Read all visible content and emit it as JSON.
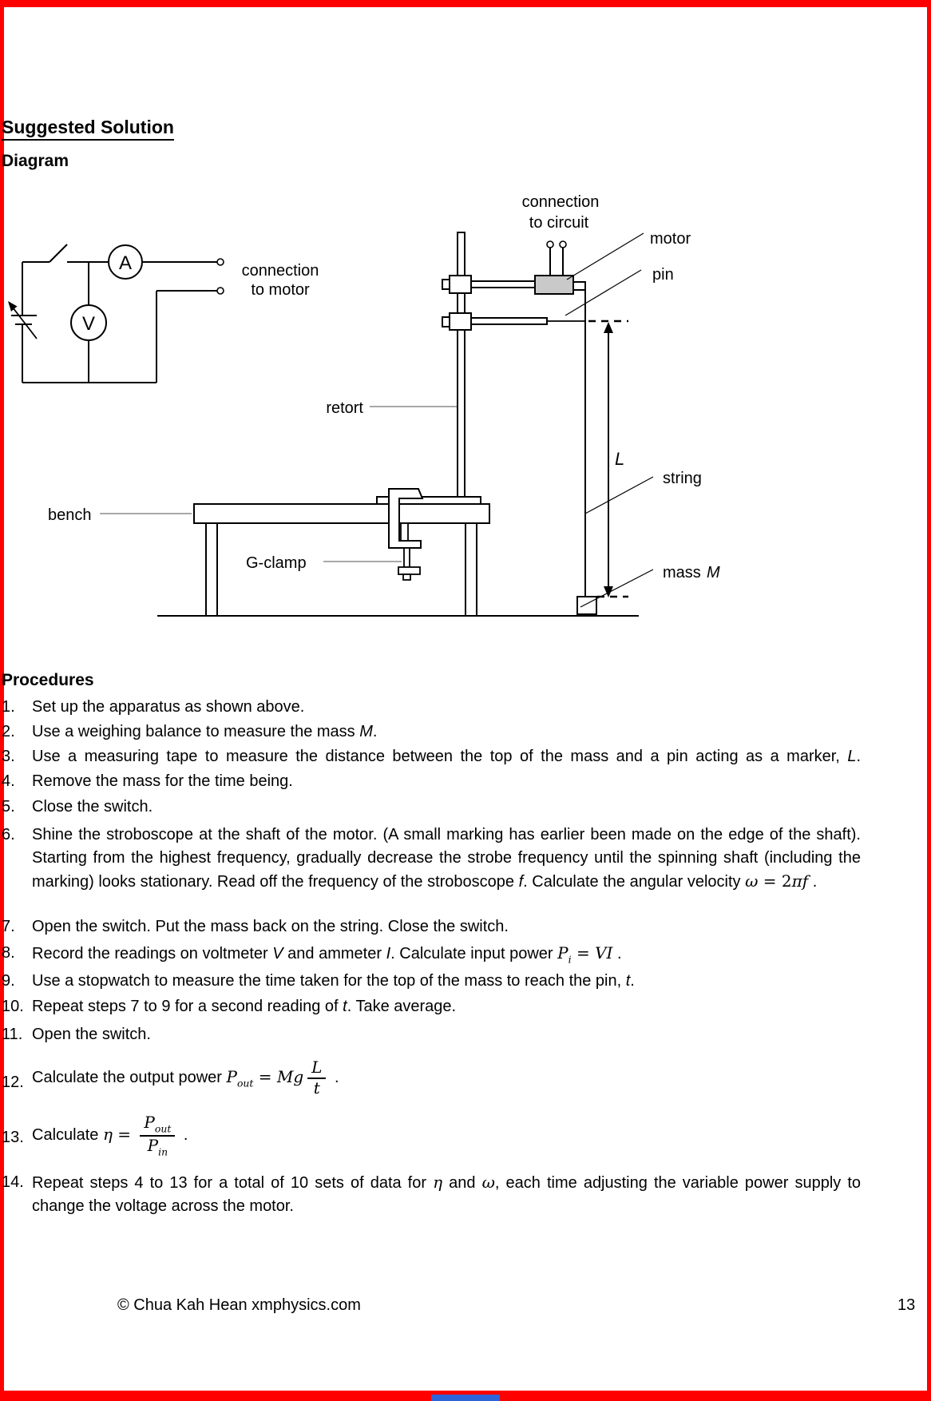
{
  "page": {
    "title": "Suggested Solution",
    "diagram_heading": "Diagram",
    "procedures_heading": "Procedures",
    "footer": "© Chua Kah Hean xmphysics.com",
    "page_number": "13"
  },
  "colors": {
    "border_red": "#ff0000",
    "accent_blue": "#2e64d9",
    "motor_fill": "#c9c9c9",
    "leader_gray": "#8c8c8c"
  },
  "diagram": {
    "labels": {
      "ammeter": "A",
      "voltmeter": "V",
      "connection_to_motor_1": "connection",
      "connection_to_motor_2": "to motor",
      "connection_to_circuit_1": "connection",
      "connection_to_circuit_2": "to circuit",
      "motor": "motor",
      "pin": "pin",
      "retort": "retort",
      "length_symbol": "L",
      "string": "string",
      "bench": "bench",
      "g_clamp": "G-clamp",
      "mass_word": "mass ",
      "mass_symbol": "M"
    }
  },
  "procedures": {
    "items": [
      {
        "num": "1.",
        "segments": [
          {
            "t": "Set up the apparatus as shown above."
          }
        ]
      },
      {
        "num": "2.",
        "segments": [
          {
            "t": "Use a weighing balance to measure the mass "
          },
          {
            "t": "M",
            "i": 1
          },
          {
            "t": "."
          }
        ]
      },
      {
        "num": "3.",
        "justify": 1,
        "last": 1,
        "segments": [
          {
            "t": "Use a measuring tape to measure the distance between the top of the mass and a pin acting as a marker, "
          },
          {
            "t": "L",
            "i": 1
          },
          {
            "t": "."
          }
        ]
      },
      {
        "num": "4.",
        "segments": [
          {
            "t": "Remove the mass for the time being."
          }
        ]
      },
      {
        "num": "5.",
        "segments": [
          {
            "t": "Close the switch."
          }
        ]
      },
      {
        "num": "6.",
        "justify": 1,
        "segments": [
          {
            "t": "Shine the stroboscope at the shaft of the motor. (A small marking has earlier been made on the edge of the shaft). Starting from the highest frequency, gradually decrease the strobe frequency until the spinning shaft (including the marking) looks stationary. Read off the frequency of the stroboscope "
          },
          {
            "t": "f",
            "i": 1
          },
          {
            "t": ". Calculate the angular velocity "
          },
          {
            "t": "ω",
            "i": 1,
            "m": 1
          },
          {
            "t": " = 2",
            "m": 1
          },
          {
            "t": "πf",
            "i": 1,
            "m": 1
          },
          {
            "t": " ."
          }
        ]
      },
      {
        "num": "7.",
        "segments": [
          {
            "t": "Open the switch. Put the mass back on the string. Close the switch."
          }
        ]
      },
      {
        "num": "8.",
        "segments": [
          {
            "t": "Record the readings on voltmeter "
          },
          {
            "t": "V",
            "i": 1
          },
          {
            "t": " and ammeter "
          },
          {
            "t": "I",
            "i": 1
          },
          {
            "t": ". Calculate input power "
          },
          {
            "t": "P",
            "i": 1,
            "m": 1
          },
          {
            "t": "i",
            "i": 1,
            "m": 1,
            "sub": 1
          },
          {
            "t": " = ",
            "m": 1
          },
          {
            "t": "VI",
            "i": 1,
            "m": 1
          },
          {
            "t": " ."
          }
        ]
      },
      {
        "num": "9.",
        "segments": [
          {
            "t": "Use a stopwatch to measure the time taken for the top of the mass to reach the pin, "
          },
          {
            "t": "t",
            "i": 1
          },
          {
            "t": "."
          }
        ]
      },
      {
        "num": "10.",
        "segments": [
          {
            "t": "Repeat steps 7 to 9 for a second reading of "
          },
          {
            "t": "t",
            "i": 1
          },
          {
            "t": ". Take average."
          }
        ]
      },
      {
        "num": "11.",
        "segments": [
          {
            "t": "Open the switch."
          }
        ]
      },
      {
        "num": "12.",
        "tall": 1,
        "segments": [
          {
            "t": "Calculate the output power "
          },
          {
            "t": "P",
            "i": 1,
            "m": 1
          },
          {
            "t": "out",
            "i": 1,
            "m": 1,
            "sub": 1
          },
          {
            "t": " = ",
            "m": 1
          },
          {
            "t": "Mg",
            "i": 1,
            "m": 1
          },
          {
            "frac": {
              "top": [
                {
                  "t": "L",
                  "i": 1,
                  "m": 1
                }
              ],
              "bot": [
                {
                  "t": "t",
                  "i": 1,
                  "m": 1
                }
              ]
            }
          },
          {
            "t": " ."
          }
        ]
      },
      {
        "num": "13.",
        "tall": 1,
        "segments": [
          {
            "t": "Calculate "
          },
          {
            "t": "η",
            "i": 1,
            "m": 1
          },
          {
            "t": " = ",
            "m": 1
          },
          {
            "frac": {
              "top": [
                {
                  "t": "P",
                  "i": 1,
                  "m": 1
                },
                {
                  "t": "out",
                  "i": 1,
                  "m": 1,
                  "sub": 1
                }
              ],
              "bot": [
                {
                  "t": "P",
                  "i": 1,
                  "m": 1
                },
                {
                  "t": "in",
                  "i": 1,
                  "m": 1,
                  "sub": 1
                }
              ]
            }
          },
          {
            "t": " ."
          }
        ]
      },
      {
        "num": "14.",
        "justify": 1,
        "segments": [
          {
            "t": "Repeat steps 4 to 13 for a total of 10 sets of data for "
          },
          {
            "t": "η",
            "i": 1,
            "m": 1
          },
          {
            "t": " and "
          },
          {
            "t": "ω",
            "i": 1,
            "m": 1
          },
          {
            "t": ", each time adjusting the variable power supply to change the voltage across the motor."
          }
        ]
      }
    ]
  }
}
